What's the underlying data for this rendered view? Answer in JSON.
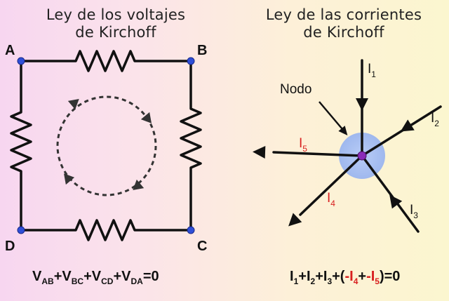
{
  "left": {
    "title_line1": "Ley de los voltajes",
    "title_line2": "de Kirchoff",
    "corners": {
      "a": "A",
      "b": "B",
      "c": "C",
      "d": "D"
    },
    "equation": [
      {
        "main": "V",
        "sub": "AB"
      },
      {
        "op": "+"
      },
      {
        "main": "V",
        "sub": "BC"
      },
      {
        "op": "+"
      },
      {
        "main": "V",
        "sub": "CD"
      },
      {
        "op": "+"
      },
      {
        "main": "V",
        "sub": "DA"
      },
      {
        "op": "=0"
      }
    ]
  },
  "right": {
    "title_line1": "Ley de las corrientes",
    "title_line2": "de Kirchoff",
    "node_label": "Nodo",
    "currents": {
      "i1": {
        "main": "I",
        "sub": "1"
      },
      "i2": {
        "main": "I",
        "sub": "2"
      },
      "i3": {
        "main": "I",
        "sub": "3"
      },
      "i4": {
        "main": "I",
        "sub": "4"
      },
      "i5": {
        "main": "I",
        "sub": "5"
      }
    },
    "equation": [
      {
        "main": "I",
        "sub": "1"
      },
      {
        "op": "+"
      },
      {
        "main": "I",
        "sub": "2"
      },
      {
        "op": "+"
      },
      {
        "main": "I",
        "sub": "3"
      },
      {
        "op": "+("
      },
      {
        "main": "-I",
        "sub": "4",
        "red": true
      },
      {
        "op": "+"
      },
      {
        "main": "-I",
        "sub": "5",
        "red": true
      },
      {
        "op": ")=0"
      }
    ]
  },
  "colors": {
    "wire": "#111111",
    "terminal": "#2f4fd8",
    "node_glow": "#a9c1f2",
    "node_center": "#8a2bb8",
    "highlight": "#d81f1f"
  }
}
